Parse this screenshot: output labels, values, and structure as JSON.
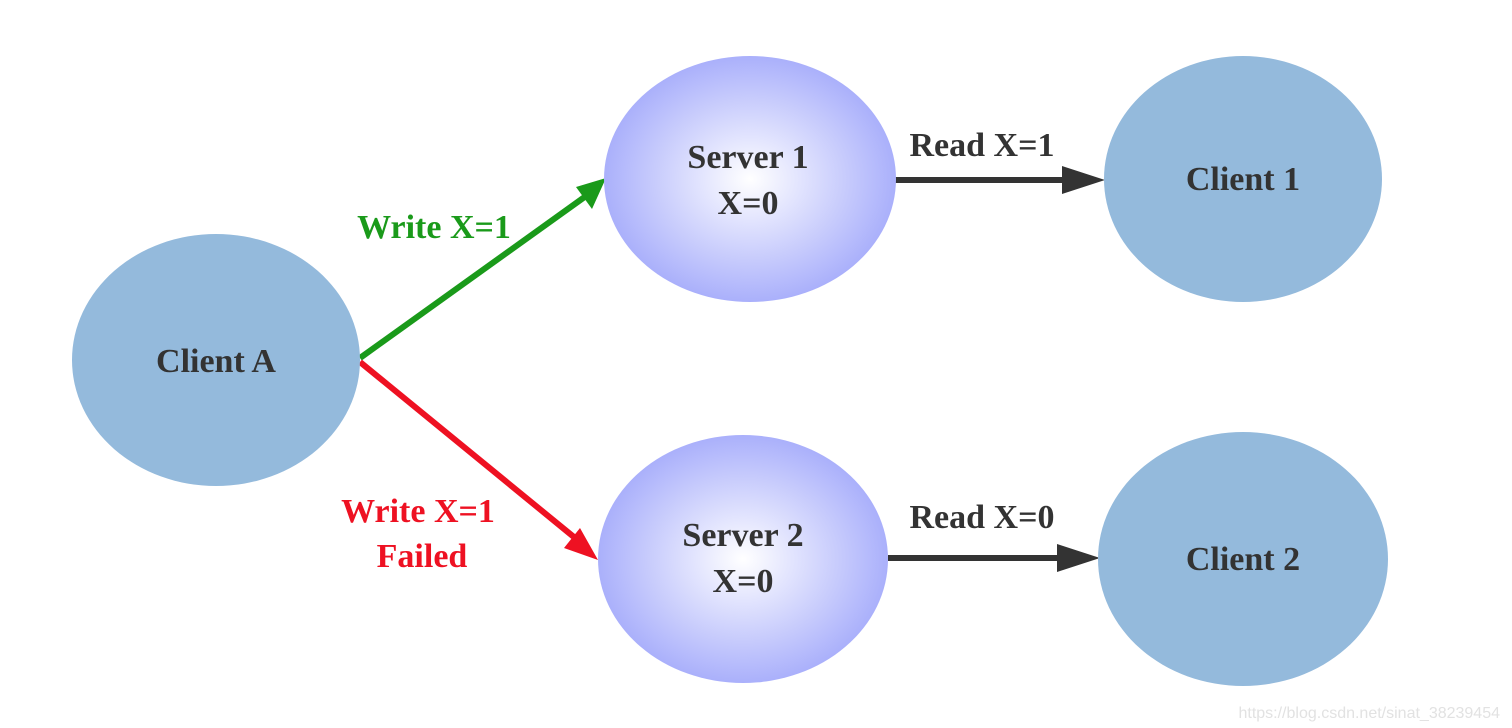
{
  "colors": {
    "client_fill": "#94badc",
    "server_center": "#ffffff",
    "server_edge": "#aab0fb",
    "text": "#333333",
    "write_ok": "#1a9a1a",
    "write_fail": "#ee1122",
    "read_arrow": "#333333"
  },
  "nodes": {
    "client_a": {
      "label": "Client A"
    },
    "server_1": {
      "line1": "Server 1",
      "line2": "X=0"
    },
    "server_2": {
      "line1": "Server 2",
      "line2": "X=0"
    },
    "client_1": {
      "label": "Client 1"
    },
    "client_2": {
      "label": "Client 2"
    }
  },
  "edges": {
    "write_success": {
      "label": "Write X=1"
    },
    "write_failed": {
      "line1": "Write X=1",
      "line2": "Failed"
    },
    "read_1": {
      "label": "Read X=1"
    },
    "read_2": {
      "label": "Read X=0"
    }
  },
  "watermark": "https://blog.csdn.net/sinat_38239454"
}
